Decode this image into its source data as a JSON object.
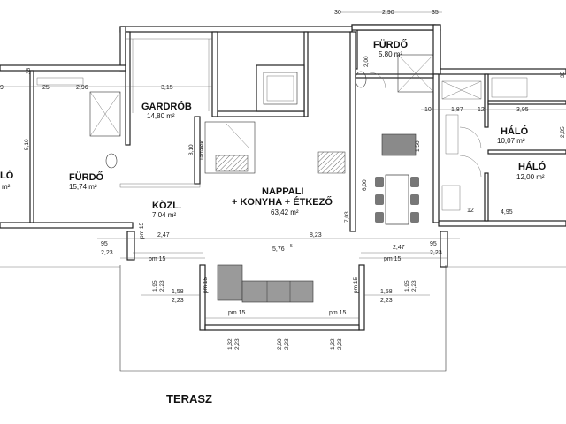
{
  "rooms": {
    "furdo_top": {
      "name": "FÜRDŐ",
      "area": "5,80 m²"
    },
    "gardrob": {
      "name": "GARDRÓB",
      "area": "14,80 m²"
    },
    "furdo_left": {
      "name": "FÜRDŐ",
      "area": "15,74 m²"
    },
    "kozl": {
      "name": "KÖZL.",
      "area": "7,04 m²"
    },
    "nappali": {
      "line1": "NAPPALI",
      "line2": "+ KONYHA + ÉTKEZŐ",
      "area": "63,42 m²"
    },
    "halo1": {
      "name": "HÁLÓ",
      "area": "10,07 m²"
    },
    "halo2": {
      "name": "HÁLÓ",
      "area": "12,00 m²"
    },
    "halo_left": {
      "name": "LÓ",
      "area": "m²"
    },
    "terasz": {
      "name": "TERASZ"
    }
  },
  "dimensions": {
    "top": [
      "30",
      "2,90",
      "35"
    ],
    "left_row": [
      "9",
      "25",
      "2,96",
      "3,15"
    ],
    "right_row": [
      "10",
      "1,87",
      "12",
      "3,95"
    ],
    "v_2_00": "2,00",
    "v_5_10": "5,10",
    "v_8_10": "8,10",
    "v_6_00": "6,00",
    "v_7_03": "7,03",
    "v_1_50": "1,50",
    "v_35": "35",
    "mid_row": [
      "95",
      "2,23",
      "2,47",
      "8,23",
      "2,47",
      "95",
      "2,23"
    ],
    "pm15": "pm 15",
    "span_576": "5,76",
    "span_576_sup": "5",
    "left_bay": [
      "1,95",
      "2,23",
      "1,58",
      "2,23"
    ],
    "right_bay": [
      "1,58",
      "2,23",
      "1,95",
      "2,23"
    ],
    "bottom_v": [
      "1,32",
      "2,23",
      "2,60",
      "2,23",
      "1,32",
      "2,23"
    ],
    "small_12": "12",
    "small_495": "4,95",
    "edge_285": "2,85",
    "edge_35": "35"
  },
  "labels": {
    "tartalek": "Tartalék"
  }
}
